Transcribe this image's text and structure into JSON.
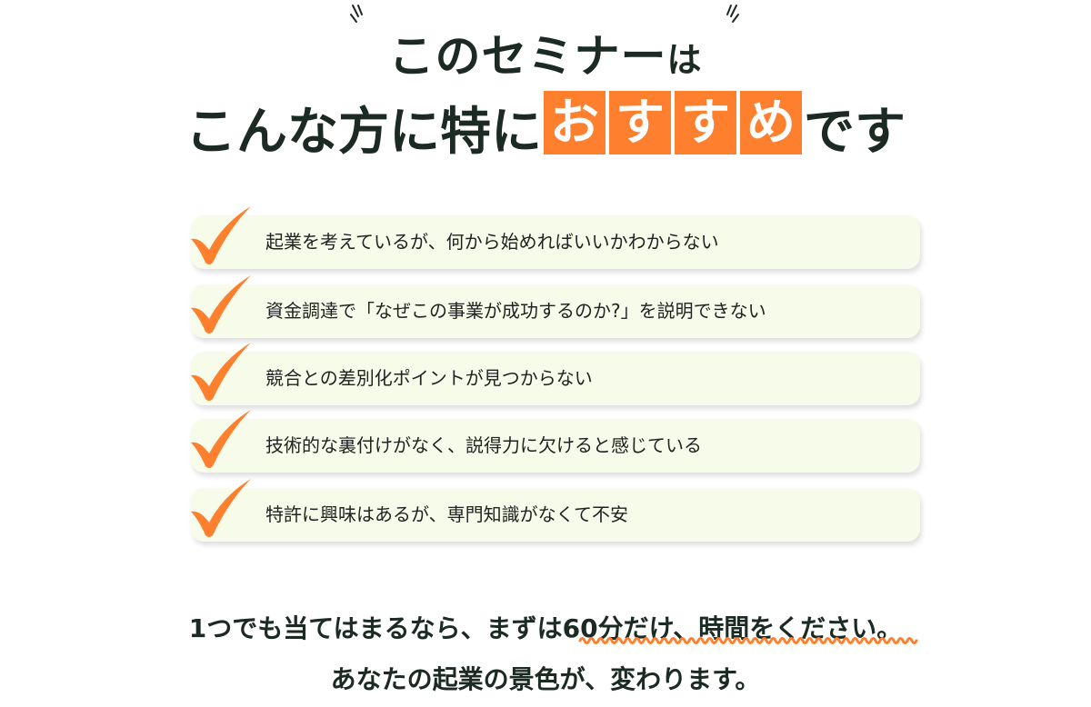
{
  "heading": {
    "line1_main": "このセミナー",
    "line1_suffix": "は",
    "line2_prefix": "こんな方に特に",
    "highlight": [
      "お",
      "す",
      "す",
      "め"
    ],
    "line2_suffix": "です"
  },
  "checklist": [
    "起業を考えているが、何から始めればいいかわからない",
    "資金調達で「なぜこの事業が成功するのか?」を説明できない",
    "競合との差別化ポイントが見つからない",
    "技術的な裏付けがなく、説得力に欠けると感じている",
    "特許に興味はあるが、専門知識がなくて不安"
  ],
  "closing": {
    "line1_a": "1つでも当てはまるなら、まず",
    "line1_b": "は60分だけ、時間をください。",
    "line2": "あなたの起業の景色が、変わります。"
  },
  "colors": {
    "accent": "#fe7f2e",
    "card_bg": "#f7fbea",
    "text": "#1b2a22"
  }
}
